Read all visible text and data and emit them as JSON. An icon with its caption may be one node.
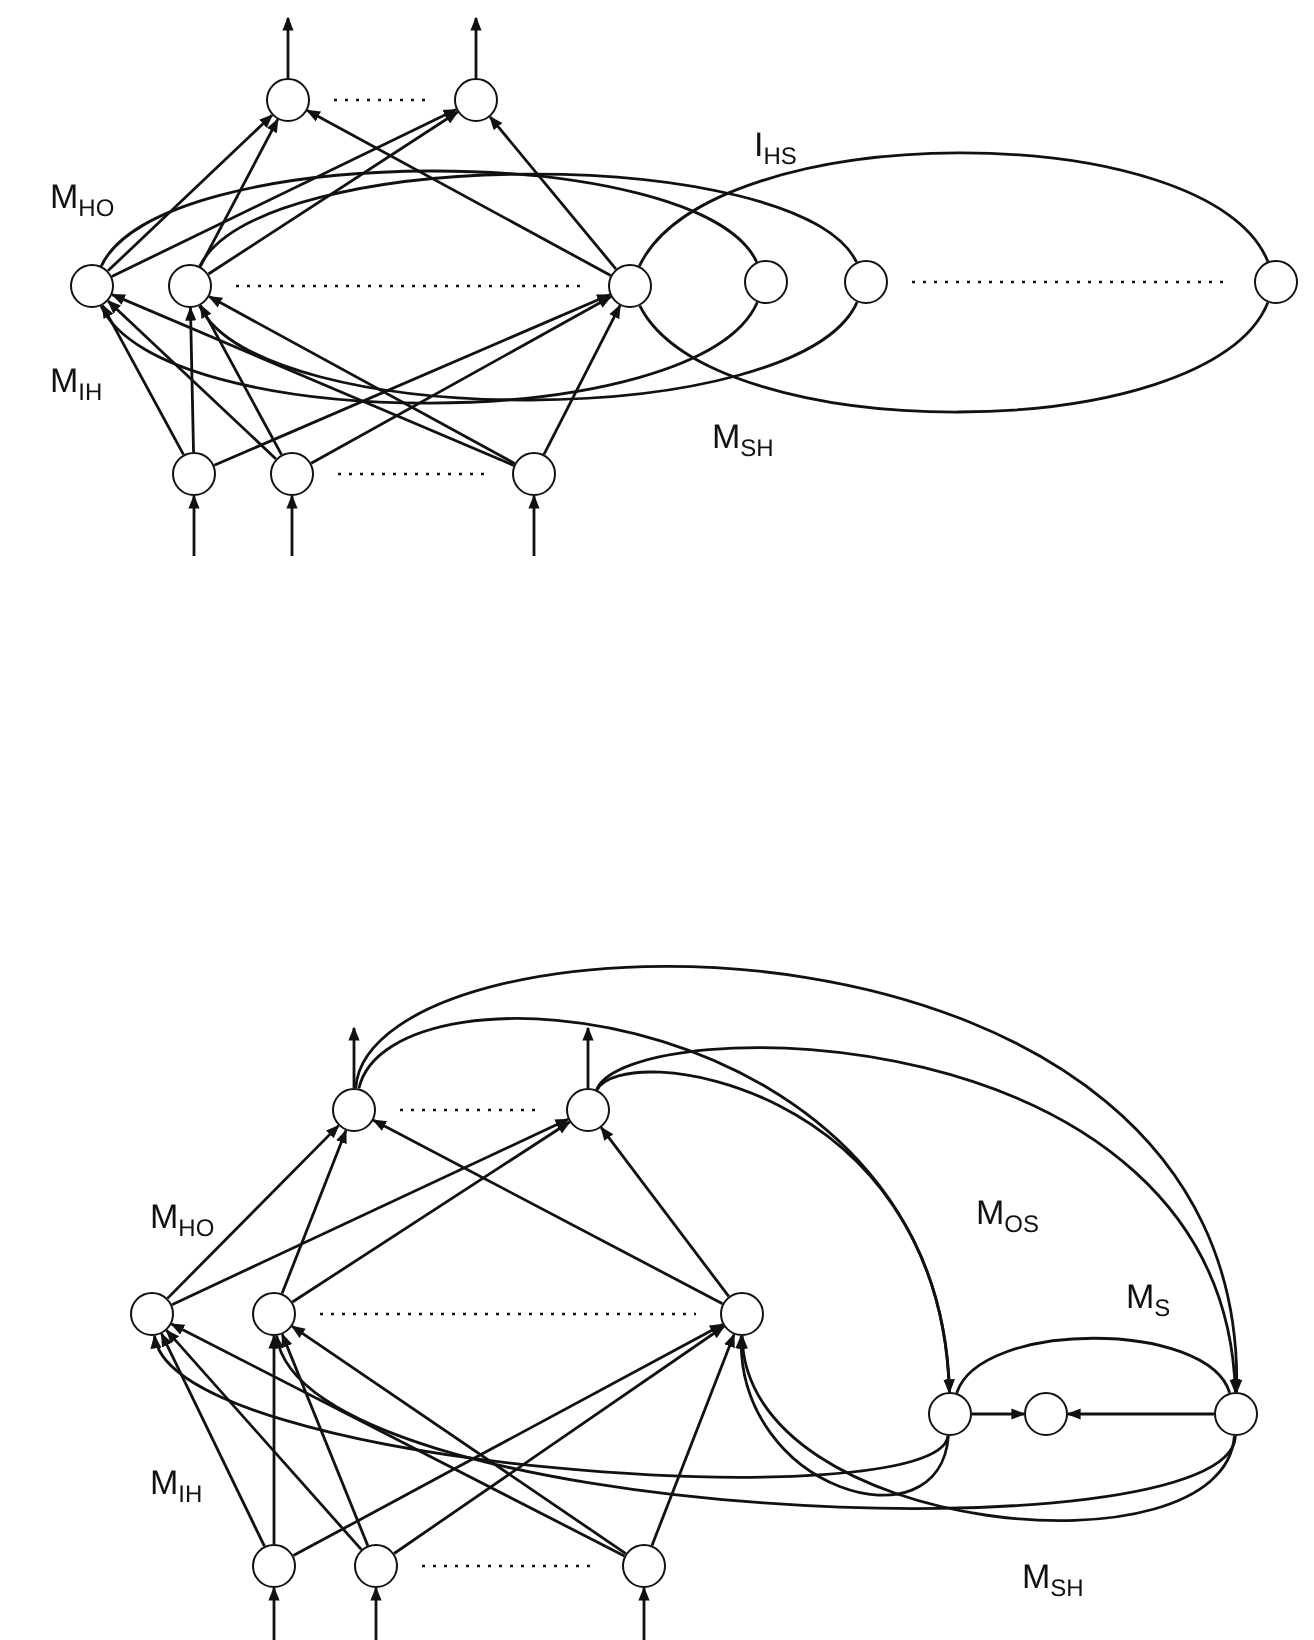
{
  "diagram": {
    "nodes": [
      {
        "text": [],
        "shape": "circle"
      },
      {
        "text": [],
        "shape": "circle"
      },
      {
        "text": [],
        "shape": "circle"
      },
      {
        "text": [],
        "shape": "circle"
      },
      {
        "text": [],
        "shape": "circle"
      },
      {
        "text": [],
        "shape": "circle"
      },
      {
        "text": [],
        "shape": "circle"
      },
      {
        "text": [],
        "shape": "circle"
      },
      {
        "text": [],
        "shape": "circle"
      },
      {
        "text": [],
        "shape": "circle"
      },
      {
        "text": [],
        "shape": "circle"
      },
      {
        "text": [],
        "shape": "circle"
      },
      {
        "text": [],
        "shape": "circle"
      },
      {
        "text": [],
        "shape": "circle"
      },
      {
        "text": [],
        "shape": "circle"
      },
      {
        "text": [],
        "shape": "circle"
      },
      {
        "text": [],
        "shape": "circle"
      },
      {
        "text": [],
        "shape": "circle"
      },
      {
        "text": [],
        "shape": "circle"
      },
      {
        "text": [],
        "shape": "circle"
      },
      {
        "text": [],
        "shape": "circle"
      },
      {
        "text": [],
        "shape": "circle"
      }
    ],
    "edges": [
      {
        "from": null,
        "to": 8,
        "arrow": "to"
      },
      {
        "from": null,
        "to": 9,
        "arrow": "to"
      },
      {
        "from": null,
        "to": 10,
        "arrow": "to"
      },
      {
        "from": 0,
        "to": null,
        "arrow": "to"
      },
      {
        "from": 1,
        "to": null,
        "arrow": "to"
      },
      {
        "from": 8,
        "to": 2,
        "arrow": "to"
      },
      {
        "from": 8,
        "to": 3,
        "arrow": "to"
      },
      {
        "from": 8,
        "to": 4,
        "arrow": "to"
      },
      {
        "from": 9,
        "to": 2,
        "arrow": "to"
      },
      {
        "from": 9,
        "to": 3,
        "arrow": "to"
      },
      {
        "from": 9,
        "to": 4,
        "arrow": "to"
      },
      {
        "from": 10,
        "to": 2,
        "arrow": "to"
      },
      {
        "from": 10,
        "to": 3,
        "arrow": "to"
      },
      {
        "from": 10,
        "to": 4,
        "arrow": "to"
      },
      {
        "from": 2,
        "to": 0,
        "arrow": "to"
      },
      {
        "from": 2,
        "to": 1,
        "arrow": "to"
      },
      {
        "from": 3,
        "to": 0,
        "arrow": "to"
      },
      {
        "from": 3,
        "to": 1,
        "arrow": "to"
      },
      {
        "from": 4,
        "to": 0,
        "arrow": "to"
      },
      {
        "from": 4,
        "to": 1,
        "arrow": "to"
      },
      {
        "from": 2,
        "to": 5,
        "arrow": "none"
      },
      {
        "from": 5,
        "to": 2,
        "arrow": "none"
      },
      {
        "from": 3,
        "to": 6,
        "arrow": "none"
      },
      {
        "from": 6,
        "to": 3,
        "arrow": "none"
      },
      {
        "from": 4,
        "to": 7,
        "arrow": "none"
      },
      {
        "from": 7,
        "to": 4,
        "arrow": "none"
      },
      {
        "from": null,
        "to": 19,
        "arrow": "to"
      },
      {
        "from": null,
        "to": 20,
        "arrow": "to"
      },
      {
        "from": null,
        "to": 21,
        "arrow": "to"
      },
      {
        "from": 11,
        "to": null,
        "arrow": "to"
      },
      {
        "from": 12,
        "to": null,
        "arrow": "to"
      },
      {
        "from": 19,
        "to": 13,
        "arrow": "to"
      },
      {
        "from": 19,
        "to": 14,
        "arrow": "to"
      },
      {
        "from": 19,
        "to": 15,
        "arrow": "to"
      },
      {
        "from": 20,
        "to": 13,
        "arrow": "to"
      },
      {
        "from": 20,
        "to": 14,
        "arrow": "to"
      },
      {
        "from": 20,
        "to": 15,
        "arrow": "to"
      },
      {
        "from": 21,
        "to": 13,
        "arrow": "to"
      },
      {
        "from": 21,
        "to": 14,
        "arrow": "to"
      },
      {
        "from": 21,
        "to": 15,
        "arrow": "to"
      },
      {
        "from": 13,
        "to": 11,
        "arrow": "to"
      },
      {
        "from": 13,
        "to": 12,
        "arrow": "to"
      },
      {
        "from": 14,
        "to": 11,
        "arrow": "to"
      },
      {
        "from": 14,
        "to": 12,
        "arrow": "to"
      },
      {
        "from": 15,
        "to": 11,
        "arrow": "to"
      },
      {
        "from": 15,
        "to": 12,
        "arrow": "to"
      },
      {
        "from": 11,
        "to": 18,
        "arrow": "to"
      },
      {
        "from": 11,
        "to": 16,
        "arrow": "to"
      },
      {
        "from": 12,
        "to": 16,
        "arrow": "to"
      },
      {
        "from": 12,
        "to": 18,
        "arrow": "to"
      },
      {
        "from": 16,
        "to": 17,
        "arrow": "to"
      },
      {
        "from": 18,
        "to": 17,
        "arrow": "to"
      },
      {
        "from": 16,
        "to": 18,
        "arrow": "none"
      },
      {
        "from": 16,
        "to": 13,
        "arrow": "to"
      },
      {
        "from": 18,
        "to": 14,
        "arrow": "to"
      },
      {
        "from": 16,
        "to": 15,
        "arrow": "to"
      },
      {
        "from": 18,
        "to": 15,
        "arrow": "to"
      }
    ],
    "labels": [
      "M$_{HO}$",
      "I$_{HS}$",
      "M$_{IH}$",
      "M$_{SH}$",
      "M$_{HO}$",
      "M$_{OS}$",
      "M$_{S}$",
      "M$_{IH}$",
      "M$_{SH}$"
    ]
  }
}
